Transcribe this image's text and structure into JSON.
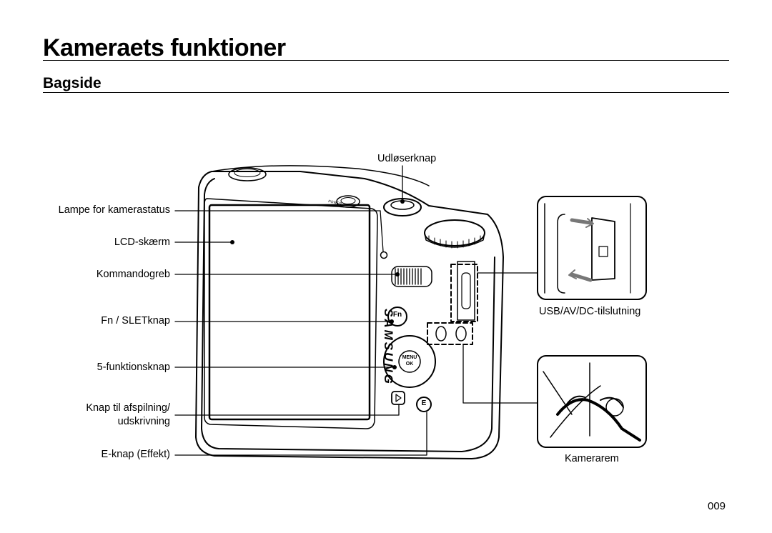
{
  "header": {
    "title": "Kameraets funktioner",
    "subtitle": "Bagside"
  },
  "labels": {
    "shutter": "Udløserknap",
    "status_lamp": "Lampe for kamerastatus",
    "lcd": "LCD-skærm",
    "command_dial": "Kommandogreb",
    "fn_delete": "Fn / SLETknap",
    "five_function": "5-funktionsknap",
    "playback_line1": "Knap til afspilning/",
    "playback_line2": "udskrivning",
    "e_button": "E-knap (Effekt)",
    "usb_port": "USB/AV/DC-tilslutning",
    "strap": "Kamerarem"
  },
  "camera_markings": {
    "brand": "SAMSUNG",
    "fn": "Fn",
    "menu": "MENU",
    "ok": "OK",
    "e": "E",
    "power": "POWER"
  },
  "footer": {
    "page_number": "009"
  }
}
